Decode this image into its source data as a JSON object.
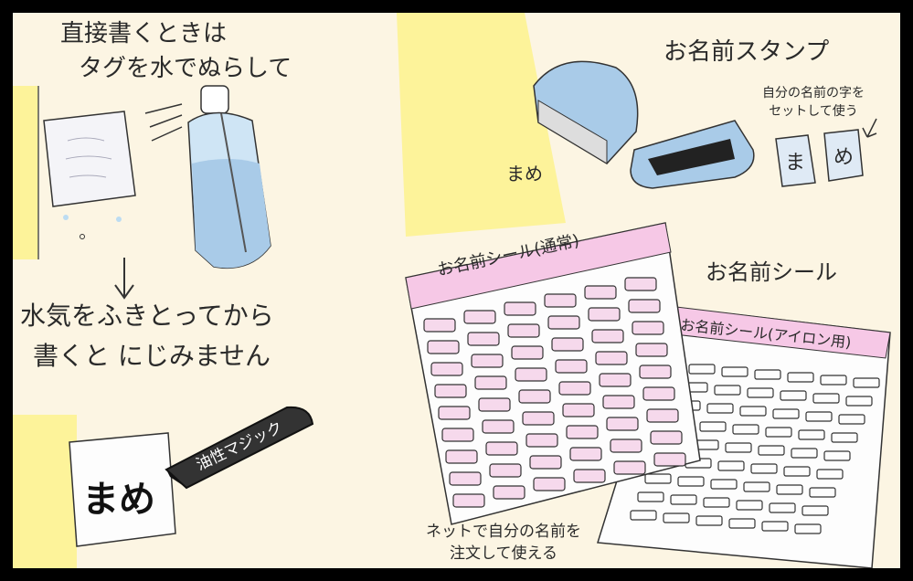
{
  "colors": {
    "background": "#fcf5e3",
    "wall_yellow": "#fdf39a",
    "bottle_blue": "#bcdcf2",
    "stamp_blue": "#a9cbe8",
    "sticker_pink": "#f6c8e6",
    "outline": "#222222"
  },
  "left": {
    "caption_top": [
      "直接書くときは",
      "タグを水でぬらして"
    ],
    "arrow_icon": "down-arrow",
    "caption_bottom": [
      "水気をふきとってから",
      "書くと にじみません"
    ],
    "tag_name": "まめ",
    "marker_label": "油性マジック"
  },
  "right_top": {
    "wall_name": "まめ",
    "stamp_title": "お名前スタンプ",
    "stamp_note": [
      "自分の名前の字を",
      "セットして使う"
    ],
    "stamp_blocks": [
      "ま",
      "め"
    ]
  },
  "right_bottom": {
    "sticker_title": "お名前シール",
    "sheet_normal": "お名前シール(通常)",
    "sheet_iron": "お名前シール(アイロン用)",
    "order_note": [
      "ネットで自分の名前を",
      "注文して使える"
    ]
  }
}
